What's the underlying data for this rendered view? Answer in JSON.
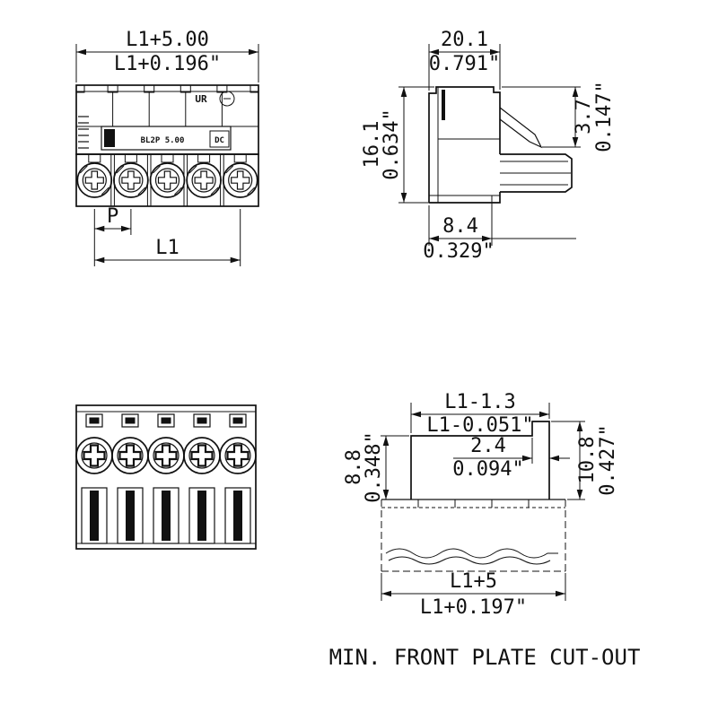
{
  "ink_color": "#111111",
  "caption": "MIN. FRONT PLATE CUT-OUT",
  "front_view": {
    "width_mm": "L1+5.00",
    "width_in": "L1+0.196\"",
    "pitch": "P",
    "length": "L1",
    "mark_ur": "UR",
    "mark_type": "BL2P 5.00",
    "mark_dc": "DC"
  },
  "side_view": {
    "width_mm": "20.1",
    "width_in": "0.791\"",
    "height_mm": "16.1",
    "height_in": "0.634\"",
    "latch_mm": "3.7",
    "latch_in": "0.147\"",
    "depth_mm": "8.4",
    "depth_in": "0.329\""
  },
  "cutout_view": {
    "top_width_mm": "L1-1.3",
    "top_width_in": "L1-0.051\"",
    "step_mm": "2.4",
    "step_in": "0.094\"",
    "left_height_mm": "8.8",
    "left_height_in": "0.348\"",
    "right_height_mm": "10.8",
    "right_height_in": "0.427\"",
    "bottom_width_mm": "L1+5",
    "bottom_width_in": "L1+0.197\""
  }
}
